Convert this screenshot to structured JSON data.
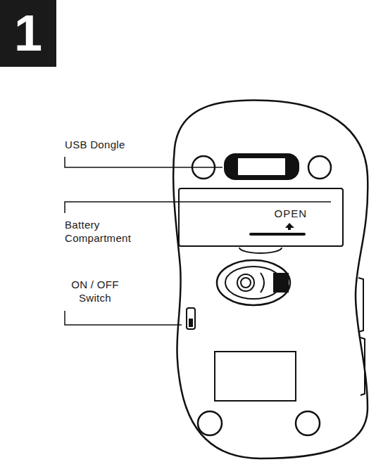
{
  "diagram": {
    "nodes": [
      {
        "text": [
          "1"
        ]
      },
      {
        "text": [
          "OPEN"
        ]
      }
    ],
    "labels": [
      "USB Dongle",
      "Battery Compartment",
      "ON / OFF Switch"
    ]
  }
}
